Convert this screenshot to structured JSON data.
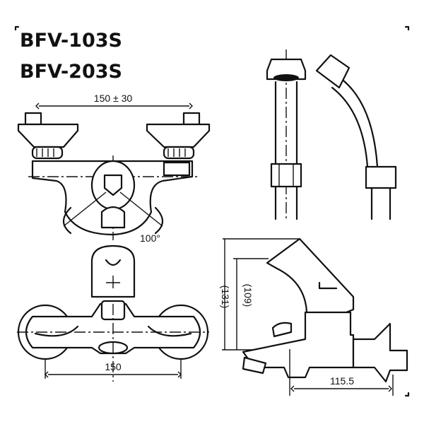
{
  "title": {
    "model_1": "BFV-103S",
    "model_2": "BFV-203S"
  },
  "dimensions": {
    "top_width": "150 ± 30",
    "handle_angle": "100°",
    "front_width": "150",
    "height_total": "(131)",
    "height_spout": "(109)",
    "projection": "115.5"
  }
}
